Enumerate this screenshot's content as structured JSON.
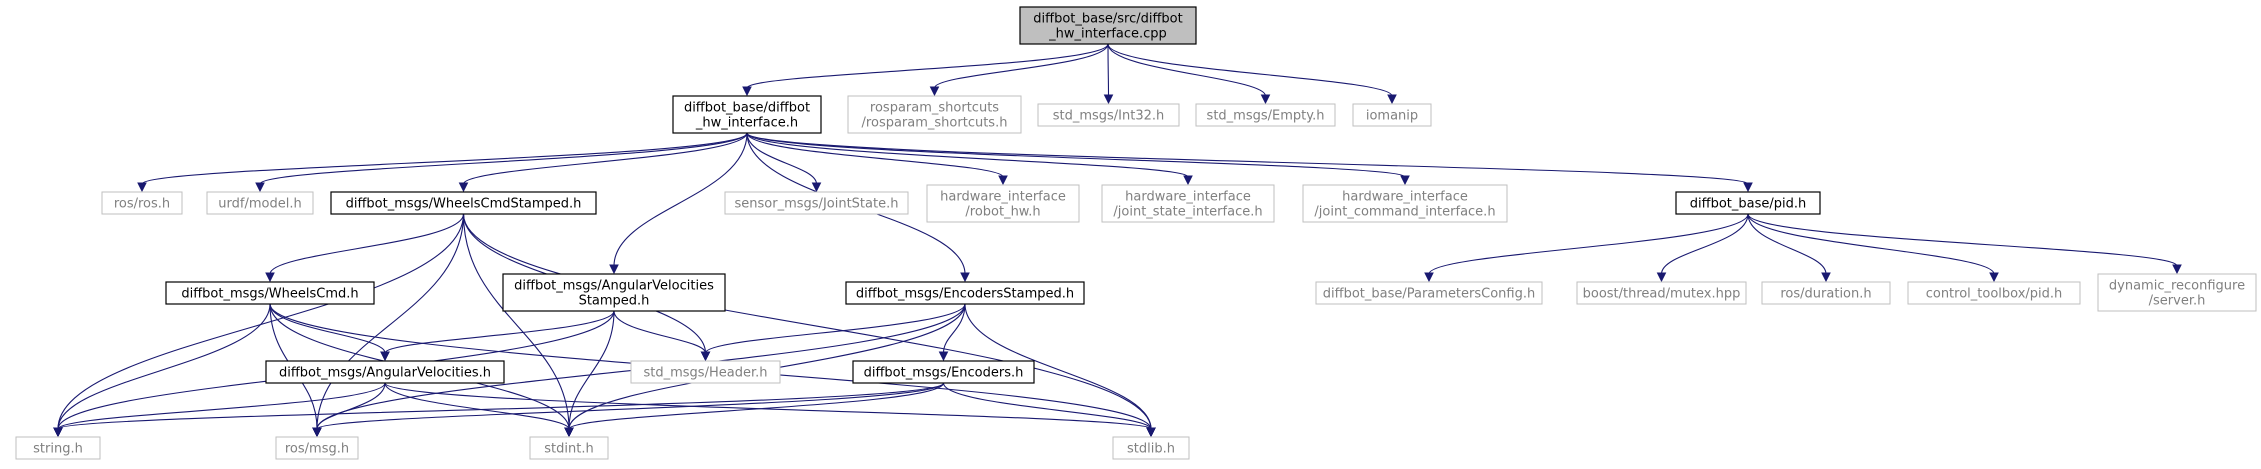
{
  "graph": {
    "nodes": [
      {
        "id": "root",
        "lines": [
          "diffbot_base/src/diffbot",
          "_hw_interface.cpp"
        ],
        "kind": "root"
      },
      {
        "id": "hwif",
        "lines": [
          "diffbot_base/diffbot",
          "_hw_interface.h"
        ],
        "kind": "documented"
      },
      {
        "id": "rosparam",
        "lines": [
          "rosparam_shortcuts",
          "/rosparam_shortcuts.h"
        ],
        "kind": "external"
      },
      {
        "id": "int32",
        "lines": [
          "std_msgs/Int32.h"
        ],
        "kind": "external"
      },
      {
        "id": "empty",
        "lines": [
          "std_msgs/Empty.h"
        ],
        "kind": "external"
      },
      {
        "id": "iomanip",
        "lines": [
          "iomanip"
        ],
        "kind": "external"
      },
      {
        "id": "rosh",
        "lines": [
          "ros/ros.h"
        ],
        "kind": "external"
      },
      {
        "id": "urdf",
        "lines": [
          "urdf/model.h"
        ],
        "kind": "external"
      },
      {
        "id": "wcs",
        "lines": [
          "diffbot_msgs/WheelsCmdStamped.h"
        ],
        "kind": "documented"
      },
      {
        "id": "joint",
        "lines": [
          "sensor_msgs/JointState.h"
        ],
        "kind": "external"
      },
      {
        "id": "robothw",
        "lines": [
          "hardware_interface",
          "/robot_hw.h"
        ],
        "kind": "external"
      },
      {
        "id": "jsi",
        "lines": [
          "hardware_interface",
          "/joint_state_interface.h"
        ],
        "kind": "external"
      },
      {
        "id": "jci",
        "lines": [
          "hardware_interface",
          "/joint_command_interface.h"
        ],
        "kind": "external"
      },
      {
        "id": "pid",
        "lines": [
          "diffbot_base/pid.h"
        ],
        "kind": "documented"
      },
      {
        "id": "wc",
        "lines": [
          "diffbot_msgs/WheelsCmd.h"
        ],
        "kind": "documented"
      },
      {
        "id": "avs",
        "lines": [
          "diffbot_msgs/AngularVelocities",
          "Stamped.h"
        ],
        "kind": "documented"
      },
      {
        "id": "encs",
        "lines": [
          "diffbot_msgs/EncodersStamped.h"
        ],
        "kind": "documented"
      },
      {
        "id": "pcfg",
        "lines": [
          "diffbot_base/ParametersConfig.h"
        ],
        "kind": "external"
      },
      {
        "id": "mutex",
        "lines": [
          "boost/thread/mutex.hpp"
        ],
        "kind": "external"
      },
      {
        "id": "duration",
        "lines": [
          "ros/duration.h"
        ],
        "kind": "external"
      },
      {
        "id": "ctpid",
        "lines": [
          "control_toolbox/pid.h"
        ],
        "kind": "external"
      },
      {
        "id": "dynrec",
        "lines": [
          "dynamic_reconfigure",
          "/server.h"
        ],
        "kind": "external"
      },
      {
        "id": "av",
        "lines": [
          "diffbot_msgs/AngularVelocities.h"
        ],
        "kind": "documented"
      },
      {
        "id": "header",
        "lines": [
          "std_msgs/Header.h"
        ],
        "kind": "external"
      },
      {
        "id": "enc",
        "lines": [
          "diffbot_msgs/Encoders.h"
        ],
        "kind": "documented"
      },
      {
        "id": "string",
        "lines": [
          "string.h"
        ],
        "kind": "external"
      },
      {
        "id": "rosmsg",
        "lines": [
          "ros/msg.h"
        ],
        "kind": "external"
      },
      {
        "id": "stdint",
        "lines": [
          "stdint.h"
        ],
        "kind": "external"
      },
      {
        "id": "stdlib",
        "lines": [
          "stdlib.h"
        ],
        "kind": "external"
      }
    ],
    "edges": [
      [
        "root",
        "hwif"
      ],
      [
        "root",
        "rosparam"
      ],
      [
        "root",
        "int32"
      ],
      [
        "root",
        "empty"
      ],
      [
        "root",
        "iomanip"
      ],
      [
        "hwif",
        "rosh"
      ],
      [
        "hwif",
        "urdf"
      ],
      [
        "hwif",
        "wcs"
      ],
      [
        "hwif",
        "avs"
      ],
      [
        "hwif",
        "encs"
      ],
      [
        "hwif",
        "joint"
      ],
      [
        "hwif",
        "robothw"
      ],
      [
        "hwif",
        "jsi"
      ],
      [
        "hwif",
        "jci"
      ],
      [
        "hwif",
        "pid"
      ],
      [
        "wcs",
        "wc"
      ],
      [
        "wcs",
        "header"
      ],
      [
        "wcs",
        "string"
      ],
      [
        "wcs",
        "rosmsg"
      ],
      [
        "wcs",
        "stdint"
      ],
      [
        "wcs",
        "stdlib"
      ],
      [
        "wc",
        "av"
      ],
      [
        "wc",
        "string"
      ],
      [
        "wc",
        "rosmsg"
      ],
      [
        "wc",
        "stdint"
      ],
      [
        "wc",
        "stdlib"
      ],
      [
        "avs",
        "av"
      ],
      [
        "avs",
        "header"
      ],
      [
        "avs",
        "string"
      ],
      [
        "avs",
        "stdint"
      ],
      [
        "encs",
        "enc"
      ],
      [
        "encs",
        "header"
      ],
      [
        "encs",
        "rosmsg"
      ],
      [
        "encs",
        "stdint"
      ],
      [
        "encs",
        "stdlib"
      ],
      [
        "av",
        "string"
      ],
      [
        "av",
        "rosmsg"
      ],
      [
        "av",
        "stdint"
      ],
      [
        "av",
        "stdlib"
      ],
      [
        "enc",
        "string"
      ],
      [
        "enc",
        "rosmsg"
      ],
      [
        "enc",
        "stdint"
      ],
      [
        "enc",
        "stdlib"
      ],
      [
        "pid",
        "pcfg"
      ],
      [
        "pid",
        "mutex"
      ],
      [
        "pid",
        "duration"
      ],
      [
        "pid",
        "ctpid"
      ],
      [
        "pid",
        "dynrec"
      ]
    ]
  }
}
